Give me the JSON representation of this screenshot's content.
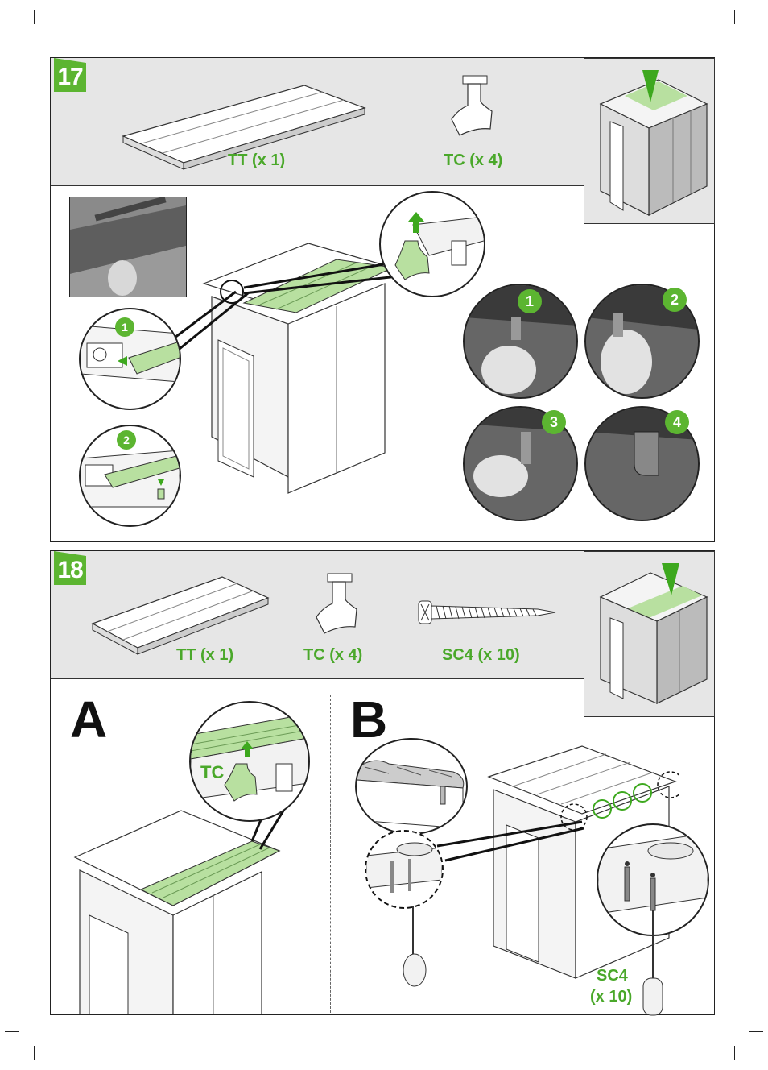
{
  "step17": {
    "number": "17",
    "parts": [
      {
        "label": "TT (x 1)",
        "icon": "roof-panel-icon"
      },
      {
        "label": "TC (x 4)",
        "icon": "clip-icon"
      }
    ],
    "sub_steps": [
      "1",
      "2"
    ],
    "photo_steps": [
      "1",
      "2",
      "3",
      "4"
    ]
  },
  "step18": {
    "number": "18",
    "parts": [
      {
        "label": "TT (x 1)",
        "icon": "roof-panel-icon"
      },
      {
        "label": "TC (x 4)",
        "icon": "clip-icon"
      },
      {
        "label": "SC4 (x 10)",
        "icon": "screw-icon"
      }
    ],
    "section_a": {
      "letter": "A",
      "callout": "TC"
    },
    "section_b": {
      "letter": "B",
      "callout_line1": "SC4",
      "callout_line2": "(x 10)"
    }
  },
  "colors": {
    "accent": "#5cb531",
    "highlight": "#b8e0a0",
    "panel_bg": "#e6e6e6"
  }
}
